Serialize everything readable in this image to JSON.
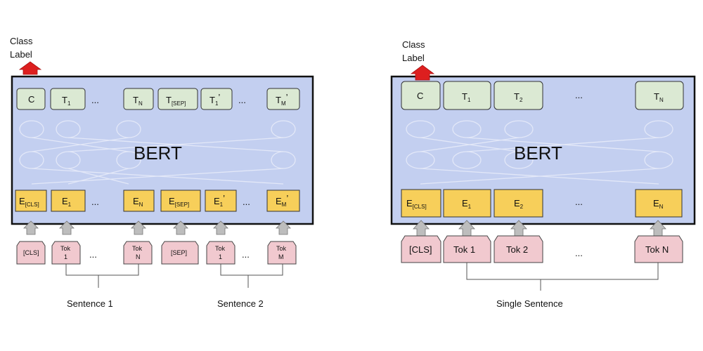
{
  "colors": {
    "panel_fill": "#c3cff0",
    "panel_stroke": "#111111",
    "output_box": "#dbe9d3",
    "embed_box": "#f7cf5a",
    "token_box": "#f1c9cf",
    "arrow_up": "#dd1f1f",
    "gray_arrow": "#bdbdbd"
  },
  "left": {
    "class_label": [
      "Class",
      "Label"
    ],
    "model_name": "BERT",
    "outputs": [
      {
        "main": "C",
        "sub": ""
      },
      {
        "main": "T",
        "sub": "1"
      },
      {
        "main": "...",
        "sub": ""
      },
      {
        "main": "T",
        "sub": "N"
      },
      {
        "main": "T",
        "sub": "[SEP]"
      },
      {
        "main": "T",
        "sub": "1",
        "prime": "’"
      },
      {
        "main": "...",
        "sub": ""
      },
      {
        "main": "T",
        "sub": "M",
        "prime": "’"
      }
    ],
    "embeddings": [
      {
        "main": "E",
        "sub": "[CLS]"
      },
      {
        "main": "E",
        "sub": "1"
      },
      {
        "main": "...",
        "sub": ""
      },
      {
        "main": "E",
        "sub": "N"
      },
      {
        "main": "E",
        "sub": "[SEP]"
      },
      {
        "main": "E",
        "sub": "1",
        "prime": "’"
      },
      {
        "main": "...",
        "sub": ""
      },
      {
        "main": "E",
        "sub": "M",
        "prime": "’"
      }
    ],
    "tokens": [
      [
        "[CLS]"
      ],
      [
        "Tok",
        "1"
      ],
      [
        "..."
      ],
      [
        "Tok",
        "N"
      ],
      [
        "[SEP]"
      ],
      [
        "Tok",
        "1"
      ],
      [
        "..."
      ],
      [
        "Tok",
        "M"
      ]
    ],
    "sentence_labels": [
      "Sentence 1",
      "Sentence 2"
    ]
  },
  "right": {
    "class_label": [
      "Class",
      "Label"
    ],
    "model_name": "BERT",
    "outputs": [
      {
        "main": "C",
        "sub": ""
      },
      {
        "main": "T",
        "sub": "1"
      },
      {
        "main": "T",
        "sub": "2"
      },
      {
        "main": "...",
        "sub": ""
      },
      {
        "main": "T",
        "sub": "N"
      }
    ],
    "embeddings": [
      {
        "main": "E",
        "sub": "[CLS]"
      },
      {
        "main": "E",
        "sub": "1"
      },
      {
        "main": "E",
        "sub": "2"
      },
      {
        "main": "...",
        "sub": ""
      },
      {
        "main": "E",
        "sub": "N"
      }
    ],
    "tokens": [
      [
        "[CLS]"
      ],
      [
        "Tok 1"
      ],
      [
        "Tok 2"
      ],
      [
        "..."
      ],
      [
        "Tok N"
      ]
    ],
    "sentence_label": "Single Sentence"
  }
}
